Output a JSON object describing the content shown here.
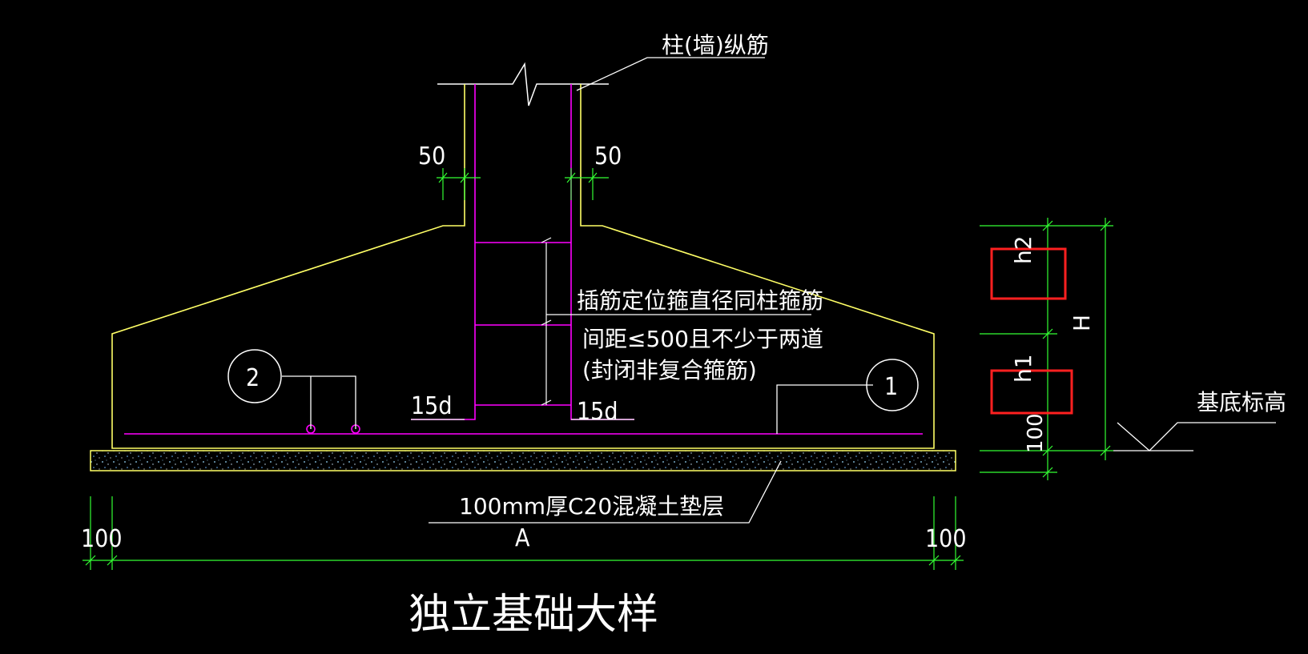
{
  "title": "独立基础大样",
  "colors": {
    "background": "#000000",
    "concrete_outline": "#ffff66",
    "rebar": "#ff00ff",
    "dimension": "#33ff33",
    "text": "#ffffff",
    "highlight_box": "#ff2020"
  },
  "labels": {
    "column_rebar": "柱(墙)纵筋",
    "stirrup_note_1": "插筋定位箍直径同柱箍筋",
    "stirrup_note_2": "间距≤500且不少于两道",
    "stirrup_note_3": "(封闭非复合箍筋)",
    "anchor_left": "15d",
    "anchor_right": "15d",
    "cover_left": "50",
    "cover_right": "50",
    "cushion_note": "100mm厚C20混凝土垫层",
    "dim_a": "A",
    "dim_left_100": "100",
    "dim_right_100": "100",
    "dim_h2": "h2",
    "dim_h1": "h1",
    "dim_H": "H",
    "dim_cushion_100": "100",
    "base_elevation": "基底标高",
    "callout_1": "1",
    "callout_2": "2"
  }
}
